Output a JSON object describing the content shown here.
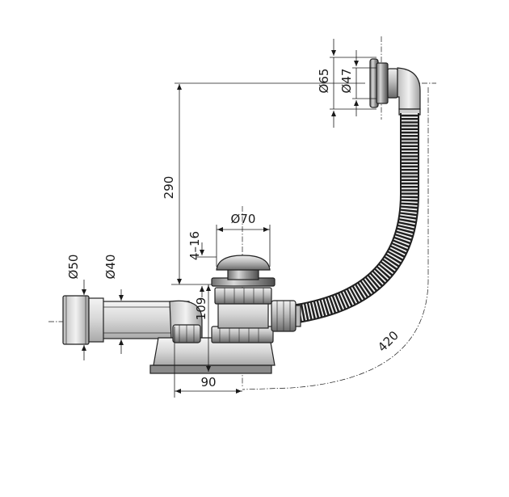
{
  "dimensions": {
    "overflow_outer_diameter": "Ø65",
    "overflow_inner_diameter": "Ø47",
    "height_overflow_to_drain": "290",
    "drain_cap_diameter": "Ø70",
    "cap_gap": "4–16",
    "outlet_outer_diameter": "Ø50",
    "outlet_inner_diameter": "Ø40",
    "body_height": "109",
    "outlet_offset": "90",
    "hose_length": "420"
  }
}
